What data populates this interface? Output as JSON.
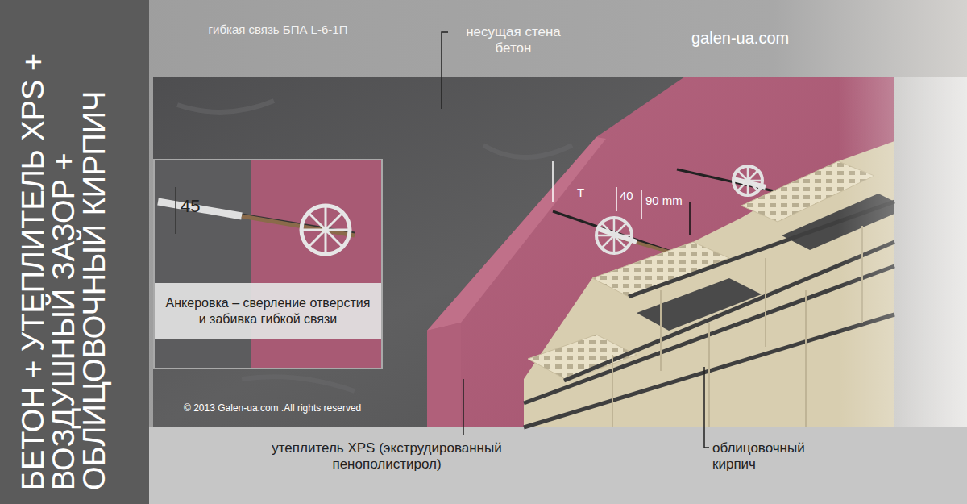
{
  "diagram": {
    "title": "БЕТОН + УТЕПЛИТЕЛЬ XPS + ВОЗДУШНЫЙ ЗАЗОР + ОБЛИЦОВОЧНЫЙ КИРПИЧ",
    "nodes": [
      {
        "text": [
          "45"
        ]
      },
      {
        "text": [
          "Анкеровка – сверление отверстия и забивка гибкой связи"
        ],
        "in": 0
      }
    ],
    "labels": [
      "гибкая связь БПА L-6-1П",
      "несущая стена бетон",
      "galen-ua.com",
      "T",
      "40",
      "90 mm",
      "© 2013 Galen-ua.com .All rights reserved",
      "утеплитель XPS (экструдированный пенополистирол)",
      "облицовочный кирпич"
    ]
  }
}
